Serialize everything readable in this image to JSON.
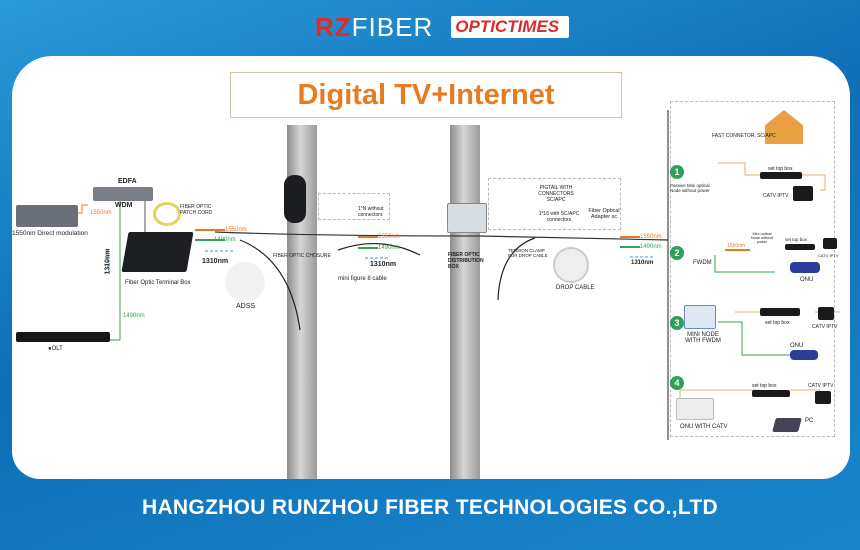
{
  "header": {
    "logo_rz": "RZ",
    "logo_fiber": "FIBER",
    "logo_optictimes": "OPTICTIMES",
    "registered": "®"
  },
  "title": "Digital  TV+Internet",
  "headend": {
    "edfa": "EDFA",
    "wdm": "WDM",
    "direct_mod": "1550nm Direct modulation",
    "patch_cord": "FIBER OPTIC PATCH CORD",
    "terminal_box": "Fiber Optic Terminal Box",
    "olt": "●OLT",
    "adss": "ADSS",
    "wl_1550": "1550nm",
    "wl_1490": "1490nm",
    "wl_1310": "1310nm",
    "wl_1310_vertical": "1310nm"
  },
  "pole1": {
    "closure": "FIBER OPTIC CHOSURE",
    "splitter": "1*N without connectors",
    "mini_cable": "mini figure 8 cable"
  },
  "pole2": {
    "dist_box": "FIBER OPTIC DISTRIBUTION BOX",
    "pigtail": "PIGTAIL WITH CONNECTORS SC/APC",
    "splitter": "1*16 with SC/APC connectors",
    "adapter": "Fiber Optical Adapter sc",
    "tension_clamp": "TENSION CLAMP FOR DROP CABLE",
    "drop_cable": "DROP CABLE"
  },
  "home": {
    "fast_connector": "FAST CONNETOR, SC/APC",
    "opt1": {
      "num": "1",
      "node": "Passive Mini optical Node without power",
      "stb": "set top box",
      "tv": "CATV IPTV"
    },
    "opt2": {
      "num": "2",
      "fwdm": "FWDM",
      "wl": "1550nm",
      "node": "Mini optical Node without power",
      "stb": "set top box",
      "tv": "CATV IPTV",
      "onu": "ONU"
    },
    "opt3": {
      "num": "3",
      "node": "MINI NODE WITH FWDM",
      "stb": "set top box",
      "tv": "CATV IPTV",
      "onu": "ONU"
    },
    "opt4": {
      "num": "4",
      "onu": "ONU WITH CATV",
      "stb": "set top box",
      "tv": "CATV IPTV",
      "pc": "PC"
    }
  },
  "colors": {
    "w1550": "#e07a2c",
    "w1490": "#3aa055",
    "w1310": "#3a9ad0",
    "title": "#e87a20"
  },
  "footer": "HANGZHOU RUNZHOU FIBER TECHNOLOGIES CO.,LTD"
}
